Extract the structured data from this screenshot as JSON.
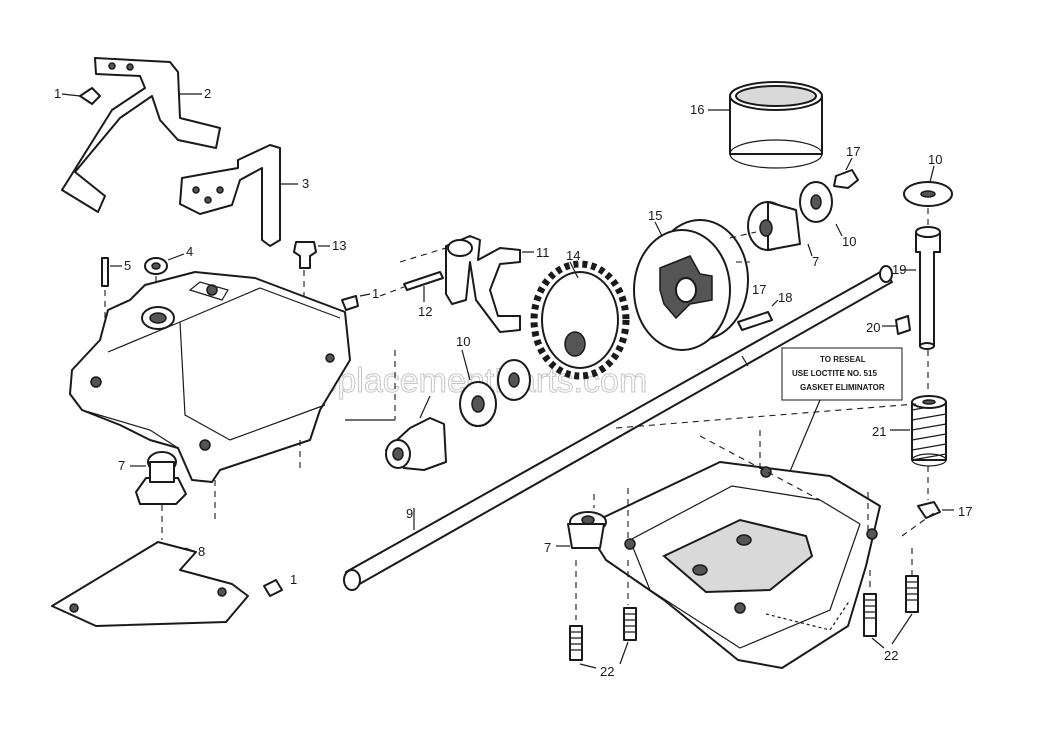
{
  "watermark": "eReplacementParts.com",
  "note": {
    "line1": "TO RESEAL",
    "line2": "USE LOCTITE NO. 515",
    "line3": "GASKET ELIMINATOR"
  },
  "labels": {
    "l1a": "1",
    "l2": "2",
    "l3": "3",
    "l4": "4",
    "l5": "5",
    "l13": "13",
    "l1b": "1",
    "l7a": "7",
    "l8": "8",
    "l1c": "1",
    "l12": "12",
    "l11": "11",
    "l10a": "10",
    "l14": "14",
    "l15": "15",
    "l16": "16",
    "l17a": "17",
    "l10b": "10",
    "l7b": "7",
    "l17b": "17",
    "l18": "18",
    "l9": "9",
    "l10c": "10",
    "l19": "19",
    "l20": "20",
    "l21": "21",
    "l17c": "17",
    "l7c": "7",
    "l22a": "22",
    "l22b": "22"
  }
}
